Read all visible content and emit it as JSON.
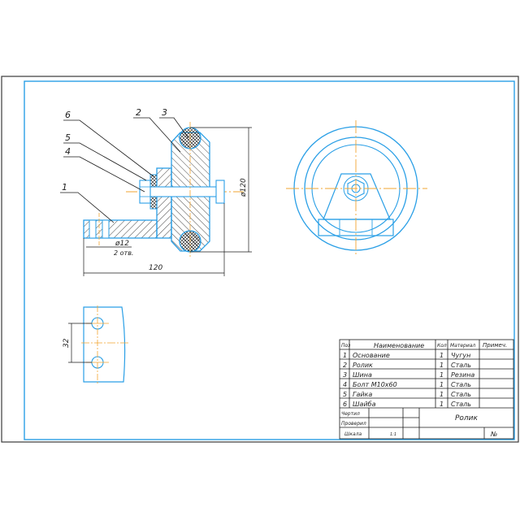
{
  "colors": {
    "sheet_border": "#3a3a3a",
    "frame": "#2a9fe6",
    "part_line": "#2a9fe6",
    "center_line": "#f2a531",
    "hatch": "#1a1a1a",
    "dimension": "#1a1a1a",
    "text": "#1a1a1a"
  },
  "balloons": [
    "1",
    "2",
    "3",
    "4",
    "5",
    "6"
  ],
  "dimensions": {
    "hole": "ø12",
    "holes_note": "2 отв.",
    "length": "120",
    "diameter": "ø120",
    "spacing": "32"
  },
  "title_block": {
    "headers": {
      "pos": "Поз",
      "name": "Наименование",
      "qty": "Кол",
      "material": "Материал",
      "note": "Примеч."
    },
    "rows": [
      {
        "pos": "1",
        "name": "Основание",
        "qty": "1",
        "material": "Чугун"
      },
      {
        "pos": "2",
        "name": "Ролик",
        "qty": "1",
        "material": "Сталь"
      },
      {
        "pos": "3",
        "name": "Шина",
        "qty": "1",
        "material": "Резина"
      },
      {
        "pos": "4",
        "name": "Болт М10х60",
        "qty": "1",
        "material": "Сталь"
      },
      {
        "pos": "5",
        "name": "Гайка",
        "qty": "1",
        "material": "Сталь"
      },
      {
        "pos": "6",
        "name": "Шайба",
        "qty": "1",
        "material": "Сталь"
      }
    ],
    "drawn": "Чертил",
    "checked": "Проверил",
    "scale_label": "Шкала",
    "scale_value": "1:1",
    "title": "Ролик",
    "number": "№"
  }
}
